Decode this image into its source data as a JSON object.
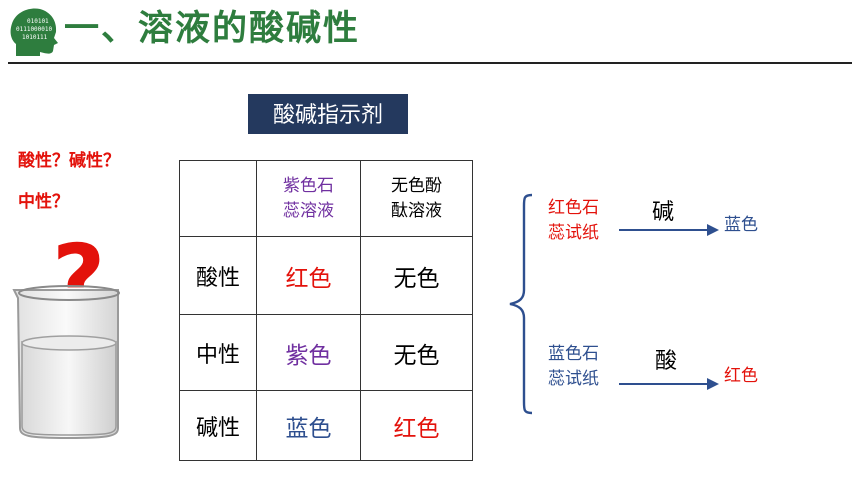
{
  "header": {
    "title": "一、溶液的酸碱性",
    "icon_binary_text": [
      "010101",
      "0111000010",
      "1010111"
    ],
    "accent_color": "#2e7d3e"
  },
  "indicator_label": "酸碱指示剂",
  "question": {
    "line1": "酸性？碱性？",
    "line2": "中性？",
    "mark": "?"
  },
  "table": {
    "columns": [
      {
        "line1": "紫色石",
        "line2": "蕊溶液"
      },
      {
        "line1": "无色酚",
        "line2": "酞溶液"
      }
    ],
    "rows": [
      {
        "label": "酸性",
        "litmus": "红色",
        "phenol": "无色"
      },
      {
        "label": "中性",
        "litmus": "紫色",
        "phenol": "无色"
      },
      {
        "label": "碱性",
        "litmus": "蓝色",
        "phenol": "红色"
      }
    ]
  },
  "litmus_papers": [
    {
      "line1": "红色石",
      "line2": "蕊试纸",
      "reagent": "碱",
      "result": "蓝色"
    },
    {
      "line1": "蓝色石",
      "line2": "蕊试纸",
      "reagent": "酸",
      "result": "红色"
    }
  ],
  "colors": {
    "red": "#e3120b",
    "blue": "#2e4f8f",
    "purple": "#7030a0",
    "navy_box": "#24395e"
  }
}
